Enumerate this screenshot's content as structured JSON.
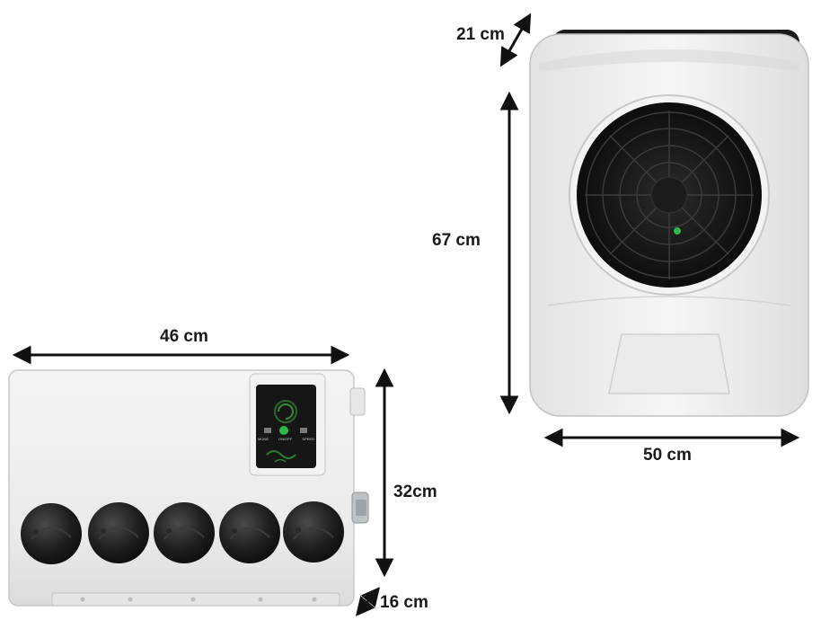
{
  "dimensions": {
    "indoor_width": "46 cm",
    "indoor_height": "32cm",
    "indoor_depth": "16 cm",
    "outdoor_depth": "21 cm",
    "outdoor_height": "67 cm",
    "outdoor_width": "50 cm"
  },
  "control_panel": {
    "left_button": "MODE",
    "center_button": "ON/OFF",
    "right_button": "SPEED"
  },
  "colors": {
    "unit_body": "#eeeeee",
    "panel": "#161616",
    "indicator": "#2fb84a",
    "vent": "#222222",
    "arrow": "#111111"
  },
  "vent_count": 5
}
